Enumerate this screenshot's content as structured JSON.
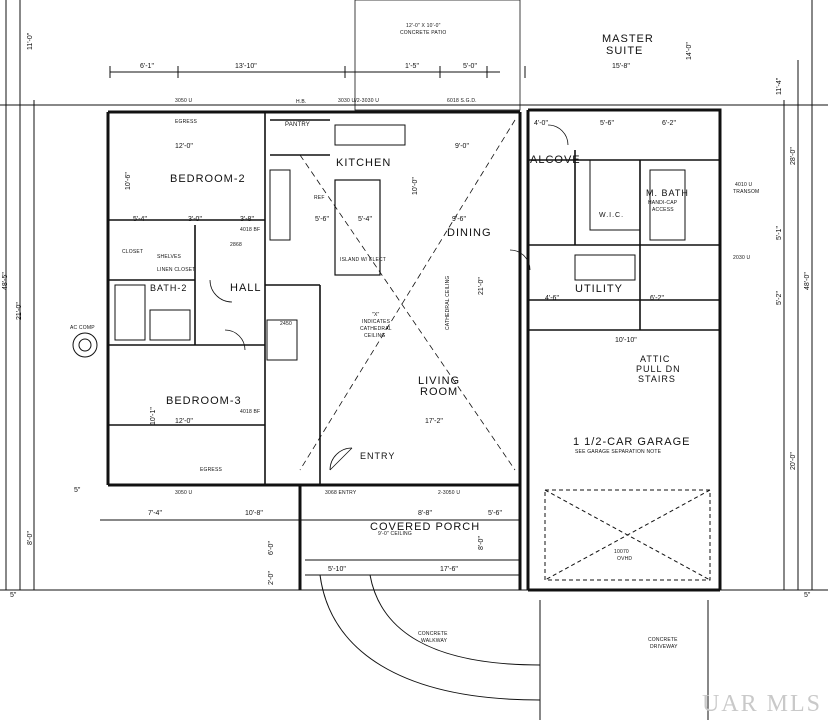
{
  "rooms": {
    "master_suite_1": "MASTER",
    "master_suite_2": "SUITE",
    "bedroom_2": "BEDROOM-2",
    "bedroom_3": "BEDROOM-3",
    "kitchen": "KITCHEN",
    "dining": "DINING",
    "living_1": "LIVING",
    "living_2": "ROOM",
    "hall": "HALL",
    "bath_2": "BATH-2",
    "alcove": "ALCOVE",
    "m_bath": "M. BATH",
    "utility": "UTILITY",
    "garage": "1 1/2-CAR GARAGE",
    "covered_porch": "COVERED PORCH",
    "entry": "ENTRY",
    "wic": "W.I.C.",
    "pantry": "PANTRY",
    "closet": "CLOSET"
  },
  "notes": {
    "patio_size": "12'-0\" X 10'-0\"",
    "patio_name": "CONCRETE PATIO",
    "window_3050_top": "3050 U",
    "window_kitchen": "3030 U/2-3030 U",
    "sgd": "6018 S.G.D.",
    "hb": "H.B.",
    "egress": "EGRESS",
    "shelves": "SHELVES",
    "linen_closet": "LINEN CLOSET",
    "island": "ISLAND W/ ELECT",
    "vaulted_1": "\"X\"",
    "vaulted_2": "INDICATES",
    "vaulted_3": "CATHEDRAL",
    "vaulted_4": "CEILING",
    "cathedral_ceiling": "CATHEDRAL CEILING",
    "hands_access_1": "HANDI-CAP",
    "hands_access_2": "ACCESS",
    "transom_1": "4010 U",
    "transom_2": "TRANSOM",
    "window_2030": "2030 U",
    "attic_1": "ATTIC",
    "attic_2": "PULL DN",
    "attic_3": "STAIRS",
    "garage_sep": "SEE GARAGE SEPARATION NOTE",
    "door_3068_entry": "3068 ENTRY",
    "window_3050_bottom": "3050 U",
    "window_2_3050": "2-3050 U",
    "window_4018_b2": "4018 BF",
    "window_4018_b3": "4018 BF",
    "porch_ceiling": "9'-0\" CEILING",
    "overhead_door_1": "10070",
    "overhead_door_2": "OVHD",
    "ac_comp": "AC COMP",
    "concrete_walkway_1": "CONCRETE",
    "concrete_walkway_2": "WALKWAY",
    "concrete_driveway_1": "CONCRETE",
    "concrete_driveway_2": "DRIVEWAY",
    "door_2868": "2868",
    "door_2450": "2450",
    "ref": "REF",
    "watermark": "UAR MLS"
  },
  "dimensions": {
    "top_1": "6'-1\"",
    "top_2": "13'-10\"",
    "top_3": "1'-5\"",
    "top_4": "5'-0\"",
    "top_5": "15'-8\"",
    "bed2_w": "12'-0\"",
    "kitchen_w": "9'-0\"",
    "kitchen_h": "10'-0\"",
    "bed2_h": "10'-6\"",
    "alcove_1": "4'-0\"",
    "mbath_1": "5'-6\"",
    "mbath_2": "6'-2\"",
    "hall_1": "5'-4\"",
    "hall_2": "3'-0\"",
    "hall_3": "3'-8\"",
    "dining_w": "9'-6\"",
    "island_1": "5'-6\"",
    "island_2": "5'-4\"",
    "util_w": "4'-6\"",
    "util_2": "6'-2\"",
    "garage_top": "10'-10\"",
    "living_w": "17'-2\"",
    "bed3_w": "12'-0\"",
    "bed3_h": "10'-1\"",
    "left_total": "48'-5\"",
    "left_2": "21'-0\"",
    "left_3": "11'-0\"",
    "left_4": "8'-0\"",
    "right_1": "11'-4\"",
    "right_2": "28'-0\"",
    "right_3": "48'-0\"",
    "right_4": "5'-1\"",
    "right_5": "5'-2\"",
    "right_6": "20'-0\"",
    "right_7": "14'-0\"",
    "porch_1": "7'-4\"",
    "porch_2": "10'-8\"",
    "porch_3": "8'-8\"",
    "porch_4": "5'-6\"",
    "porch_5": "5'-10\"",
    "porch_6": "17'-6\"",
    "porch_h": "8'-0\"",
    "porch_v": "6'-0\"",
    "porch_v2": "2'-0\"",
    "living_h": "21'-0\"",
    "bottom_5a": "5\"",
    "bottom_5b": "5\"",
    "bottom_5c": "5\""
  }
}
